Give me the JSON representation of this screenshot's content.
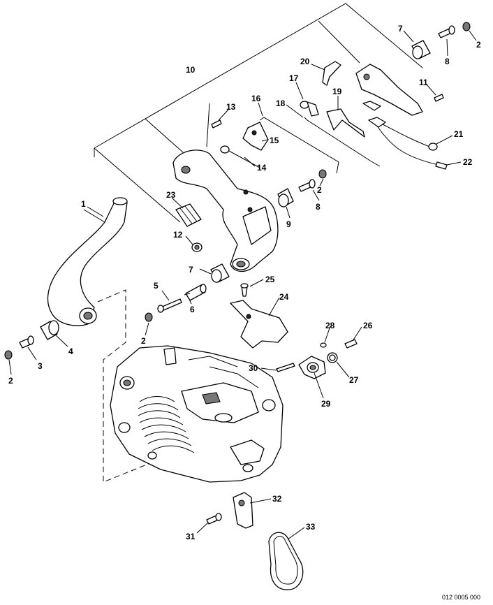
{
  "callouts": [
    "1",
    "2",
    "3",
    "4",
    "5",
    "6",
    "7",
    "8",
    "9",
    "10",
    "11",
    "12",
    "13",
    "14",
    "15",
    "16",
    "17",
    "18",
    "19",
    "20",
    "21",
    "22",
    "23",
    "24",
    "25",
    "26",
    "27",
    "28",
    "29",
    "30",
    "31",
    "32",
    "33"
  ],
  "drawing_code": "012 0005 000"
}
